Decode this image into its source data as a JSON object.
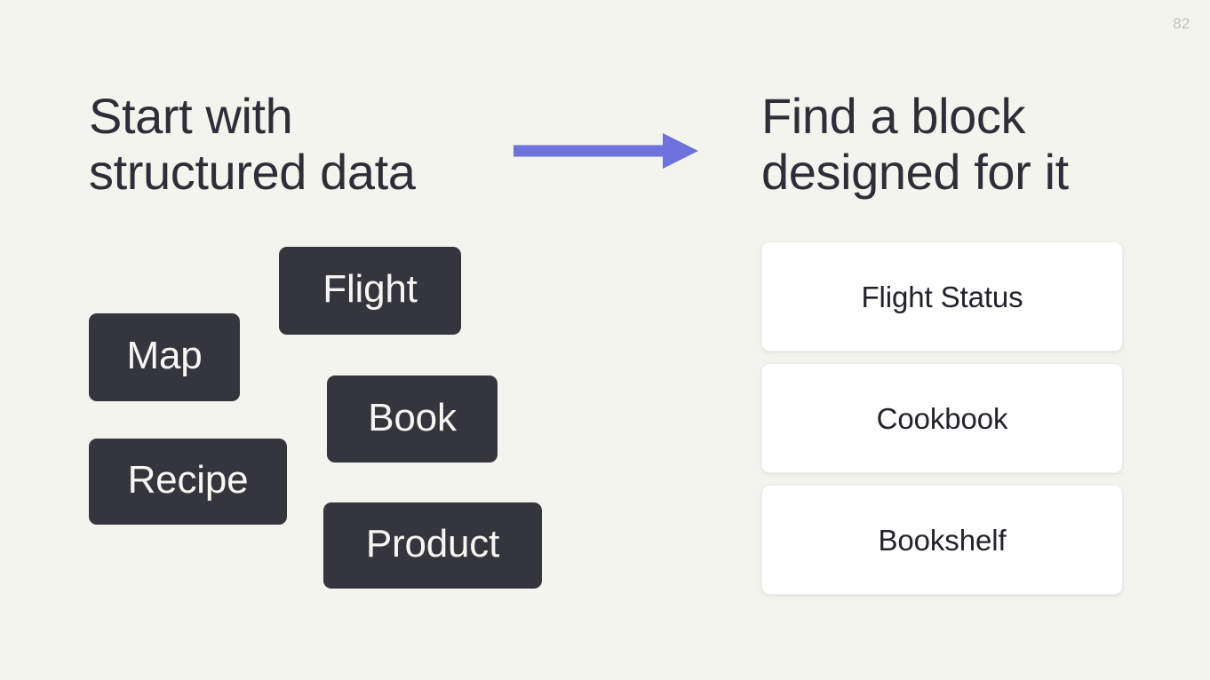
{
  "slide": {
    "page_number": "82",
    "background_color": "#F4F4EF"
  },
  "left_panel": {
    "heading": "Start with\nstructured data",
    "heading_color": "#2E2E38",
    "chips": [
      {
        "label": "Flight",
        "name": "chip-flight"
      },
      {
        "label": "Map",
        "name": "chip-map"
      },
      {
        "label": "Book",
        "name": "chip-book"
      },
      {
        "label": "Recipe",
        "name": "chip-recipe"
      },
      {
        "label": "Product",
        "name": "chip-product"
      }
    ],
    "chip_background": "#35353E",
    "chip_text_color": "#F6F6F3"
  },
  "connector": {
    "icon": "arrow-right-icon",
    "color": "#6E72DD"
  },
  "right_panel": {
    "heading": "Find a block\ndesigned for it",
    "heading_color": "#2E2E38",
    "cards": [
      {
        "label": "Flight Status",
        "name": "card-flight-status"
      },
      {
        "label": "Cookbook",
        "name": "card-cookbook"
      },
      {
        "label": "Bookshelf",
        "name": "card-bookshelf"
      }
    ],
    "card_background": "#FFFFFF",
    "card_text_color": "#22222A"
  }
}
